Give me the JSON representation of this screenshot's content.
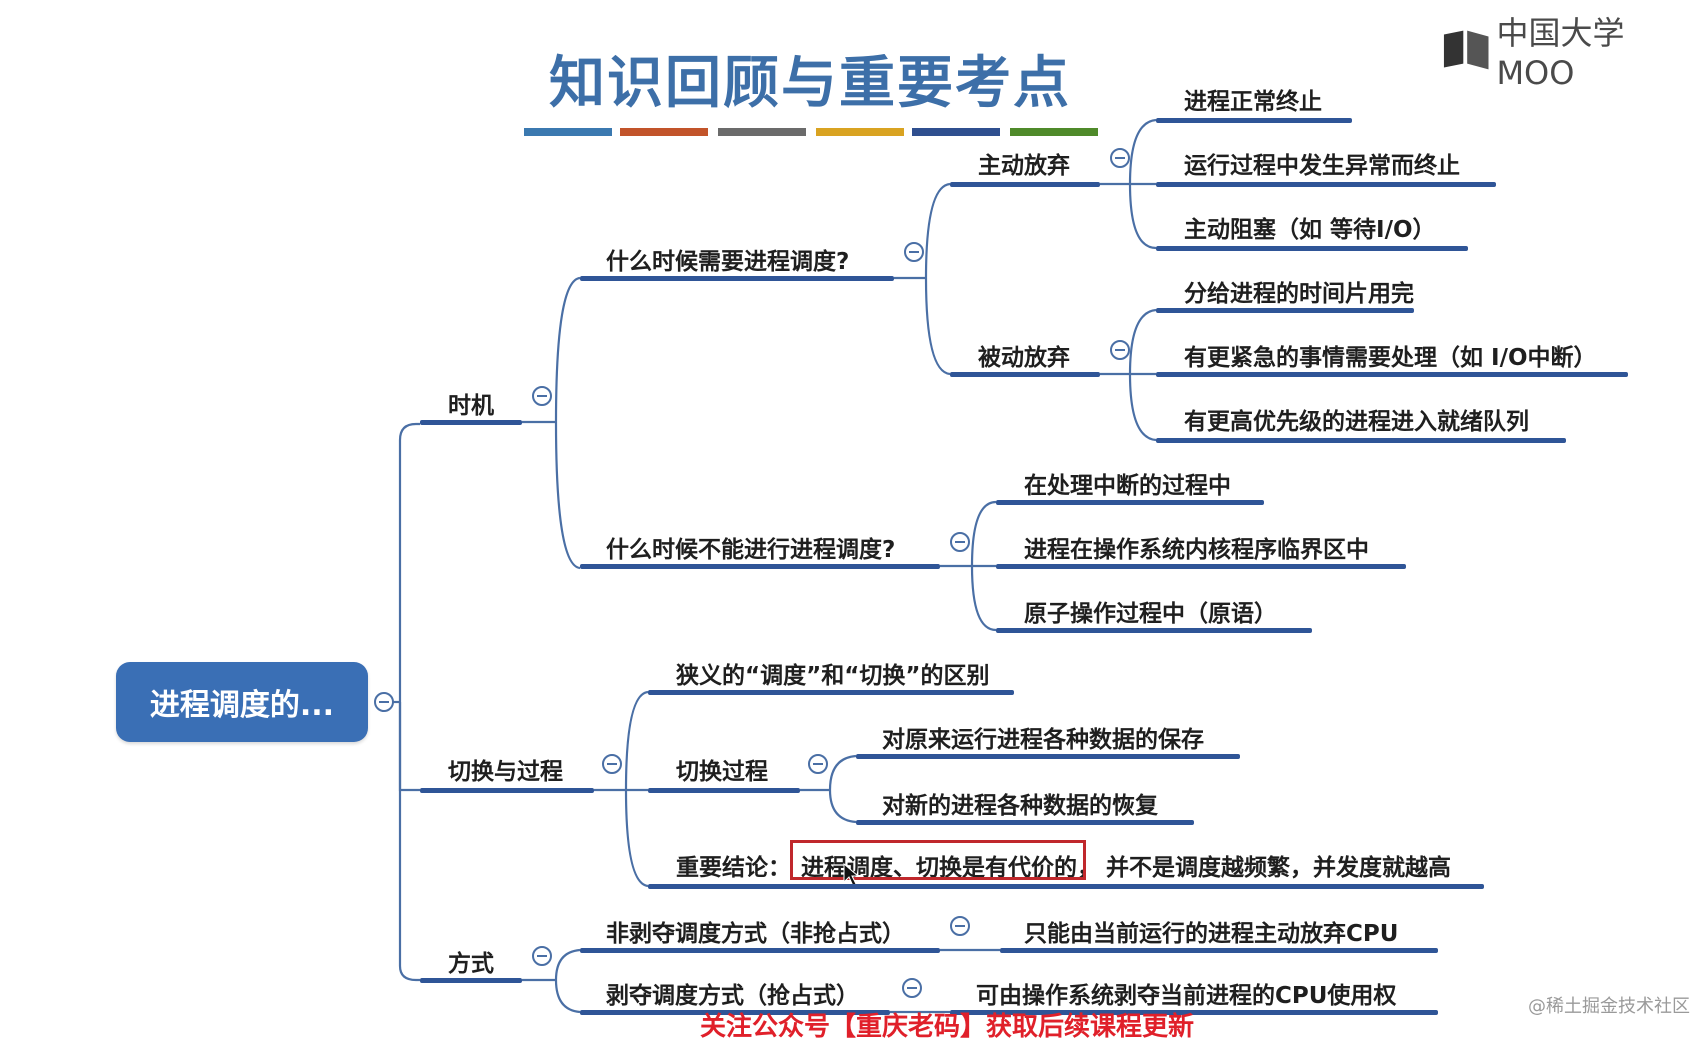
{
  "title": "知识回顾与重要考点",
  "brand": {
    "name": "中国大学MOO"
  },
  "watermark": "@稀土掘金技术社区",
  "bottom_text": "关注公众号【重庆老码】获取后续课程更新",
  "color_bar": [
    "#3b79b0",
    "#c2542a",
    "#6b6b6b",
    "#d9a321",
    "#2f4f8f",
    "#4f8a2a"
  ],
  "root": "进程调度的...",
  "nodes": {
    "timing": "时机",
    "when_need": "什么时候需要进程调度?",
    "active": "主动放弃",
    "active_1": "进程正常终止",
    "active_2": "运行过程中发生异常而终止",
    "active_3": "主动阻塞（如 等待I/O）",
    "passive": "被动放弃",
    "passive_1": "分给进程的时间片用完",
    "passive_2": "有更紧急的事情需要处理（如 I/O中断）",
    "passive_3": "有更高优先级的进程进入就绪队列",
    "when_not": "什么时候不能进行进程调度?",
    "not_1": "在处理中断的过程中",
    "not_2": "进程在操作系统内核程序临界区中",
    "not_3": "原子操作过程中（原语）",
    "switch": "切换与过程",
    "narrow": "狭义的“调度”和“切换”的区别",
    "switch_proc": "切换过程",
    "sp_1": "对原来运行进程各种数据的保存",
    "sp_2": "对新的进程各种数据的恢复",
    "conclusion_prefix": "重要结论：",
    "conclusion_highlight": "进程调度、切换是有代价的，",
    "conclusion_rest": "并不是调度越频繁，并发度就越高",
    "mode": "方式",
    "nonpreempt": "非剥夺调度方式（非抢占式）",
    "nonpreempt_1": "只能由当前运行的进程主动放弃CPU",
    "preempt": "剥夺调度方式（抢占式）",
    "preempt_1": "可由操作系统剥夺当前进程的CPU使用权"
  }
}
